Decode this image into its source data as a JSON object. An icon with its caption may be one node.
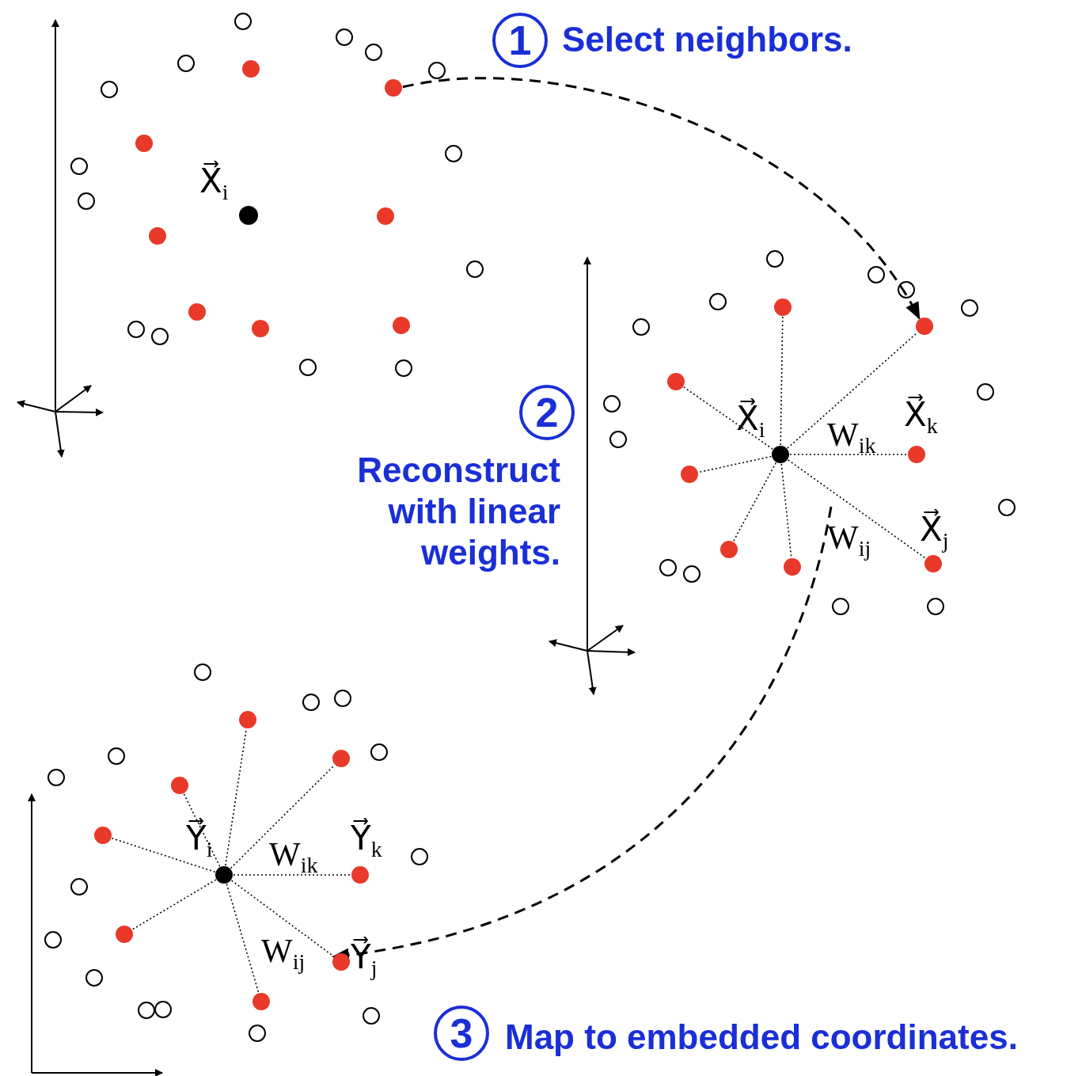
{
  "diagram": {
    "nodes": [
      {
        "text": [],
        "shape": "circle"
      },
      {
        "text": [],
        "shape": "circle"
      },
      {
        "text": [],
        "shape": "circle"
      },
      {
        "text": [],
        "shape": "circle"
      },
      {
        "text": [],
        "shape": "circle"
      },
      {
        "text": [],
        "shape": "circle"
      },
      {
        "text": [],
        "shape": "circle"
      },
      {
        "text": [],
        "shape": "circle"
      },
      {
        "text": [],
        "shape": "circle"
      },
      {
        "text": [],
        "shape": "circle"
      },
      {
        "text": [],
        "shape": "circle"
      },
      {
        "text": [],
        "shape": "circle"
      },
      {
        "text": [],
        "shape": "circle"
      },
      {
        "text": [],
        "shape": "circle"
      },
      {
        "text": [],
        "shape": "circle"
      },
      {
        "text": [],
        "shape": "circle"
      },
      {
        "text": [],
        "shape": "circle"
      },
      {
        "text": [],
        "shape": "circle"
      },
      {
        "text": [],
        "shape": "circle"
      }
    ],
    "edges": [
      {
        "from": 0,
        "to": 3,
        "arrow": "to",
        "style": "dashed"
      },
      {
        "from": null,
        "to": 17,
        "arrow": "to",
        "style": "dashed"
      },
      {
        "from": 1,
        "to": 2,
        "arrow": "none",
        "style": "dashed"
      },
      {
        "from": 1,
        "to": 3,
        "arrow": "none",
        "style": "dashed"
      },
      {
        "from": 1,
        "to": 4,
        "arrow": "none",
        "style": "dashed"
      },
      {
        "from": 1,
        "to": 5,
        "arrow": "none",
        "style": "dashed"
      },
      {
        "from": 1,
        "to": 6,
        "arrow": "none",
        "style": "dashed"
      },
      {
        "from": 1,
        "to": 7,
        "arrow": "none",
        "style": "dashed"
      },
      {
        "from": 1,
        "to": 8,
        "arrow": "none",
        "style": "dashed"
      },
      {
        "from": 1,
        "to": 9,
        "arrow": "none",
        "style": "dashed"
      },
      {
        "from": 10,
        "to": 11,
        "arrow": "none",
        "style": "dashed"
      },
      {
        "from": 10,
        "to": 12,
        "arrow": "none",
        "style": "dashed"
      },
      {
        "from": 10,
        "to": 13,
        "arrow": "none",
        "style": "dashed"
      },
      {
        "from": 10,
        "to": 14,
        "arrow": "none",
        "style": "dashed"
      },
      {
        "from": 10,
        "to": 15,
        "arrow": "none",
        "style": "dashed"
      },
      {
        "from": 10,
        "to": 16,
        "arrow": "none",
        "style": "dashed"
      },
      {
        "from": 10,
        "to": 17,
        "arrow": "none",
        "style": "dashed"
      },
      {
        "from": 10,
        "to": 18,
        "arrow": "none",
        "style": "dashed"
      }
    ],
    "labels": [
      "1",
      "Select neighbors.",
      "X⃗$_{i}$",
      "2",
      "Reconstruct with linear weights.",
      "X⃗$_{i}$",
      "W$_{ik}$",
      "X⃗$_{k}$",
      "W$_{ij}$",
      "X⃗$_{j}$",
      "Y⃗$_{i}$",
      "W$_{ik}$",
      "Y⃗$_{k}$",
      "W$_{ij}$",
      "Y⃗$_{j}$",
      "3",
      "Map to embedded coordinates."
    ]
  }
}
